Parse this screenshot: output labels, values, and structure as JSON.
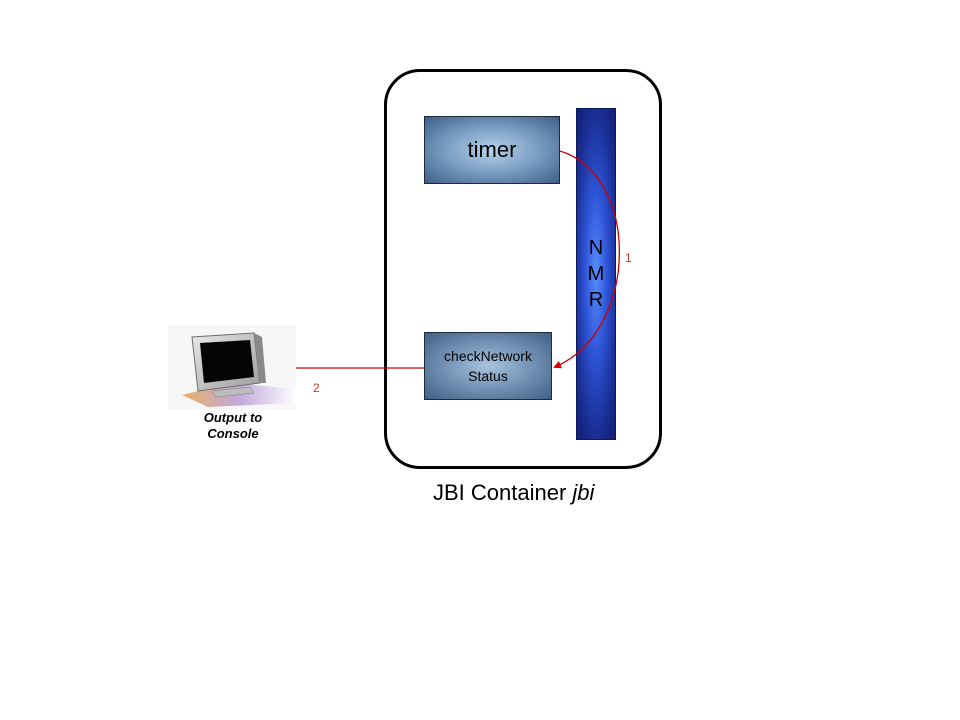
{
  "container": {
    "label": "JBI Container",
    "name": "jbi"
  },
  "components": {
    "timer": {
      "label": "timer"
    },
    "check_network": {
      "label": "checkNetwork\nStatus"
    }
  },
  "nmr": {
    "letters": [
      "N",
      "M",
      "R"
    ]
  },
  "flows": [
    {
      "step": "1",
      "from": "timer",
      "to": "checkNetwork Status",
      "color": "#cc0000"
    },
    {
      "step": "2",
      "from": "checkNetwork Status",
      "to": "Output to Console",
      "color": "#cc0000"
    }
  ],
  "console": {
    "label": "Output to\nConsole",
    "icon": "monitor-icon"
  },
  "colors": {
    "arrow": "#cc0000",
    "nmr": "#1a2f96",
    "component": "#5a7ca3"
  }
}
